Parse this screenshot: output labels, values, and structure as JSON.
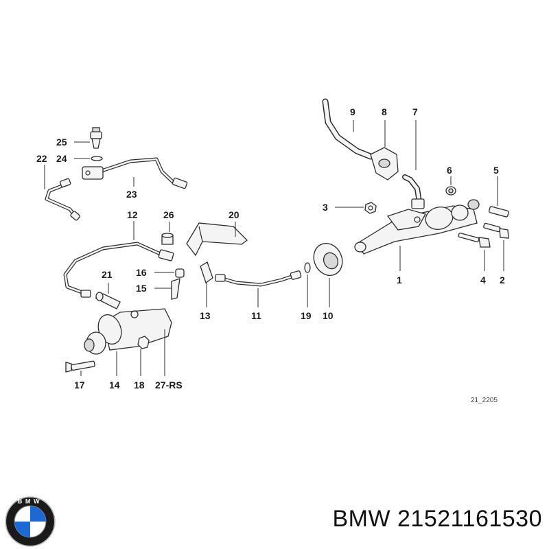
{
  "diagram_ref": "21_2205",
  "caption": "BMW 21521161530",
  "logo": {
    "text": "BMW",
    "colors": {
      "blue": "#1c69d4",
      "ring": "#1a1a1a",
      "white": "#ffffff"
    }
  },
  "callouts": {
    "c1": "1",
    "c2": "2",
    "c3": "3",
    "c4": "4",
    "c5": "5",
    "c6": "6",
    "c7": "7",
    "c8": "8",
    "c9": "9",
    "c10": "10",
    "c11": "11",
    "c12": "12",
    "c13": "13",
    "c14": "14",
    "c15": "15",
    "c16": "16",
    "c17": "17",
    "c18": "18",
    "c19": "19",
    "c20": "20",
    "c21": "21",
    "c22": "22",
    "c23": "23",
    "c24": "24",
    "c25": "25",
    "c26": "26",
    "c27": "27-RS"
  }
}
